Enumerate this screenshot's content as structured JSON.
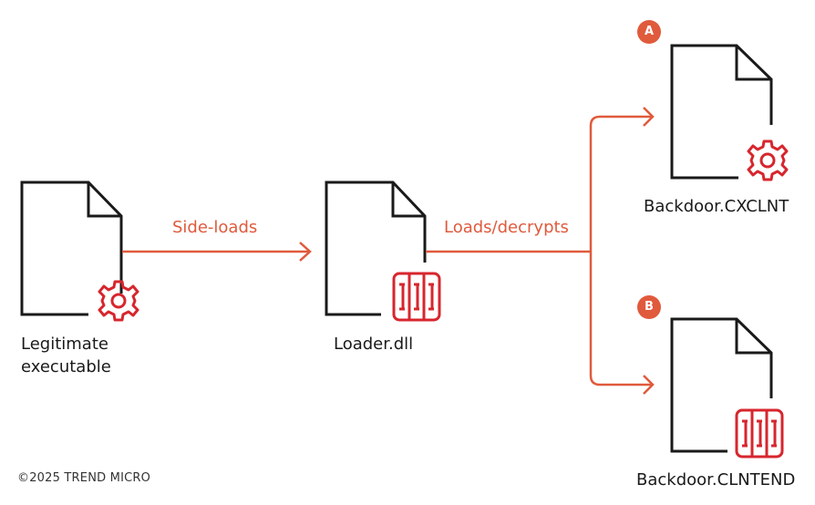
{
  "nodes": [
    {
      "id": "legit",
      "label_line1": "Legitimate",
      "label_line2": "executable",
      "icon": "gear-icon"
    },
    {
      "id": "loader",
      "label": "Loader.dll",
      "icon": "dll-icon"
    },
    {
      "id": "cxclnt",
      "label": "Backdoor.CXCLNT",
      "icon": "gear-icon",
      "badge": "A"
    },
    {
      "id": "clntend",
      "label": "Backdoor.CLNTEND",
      "icon": "dll-icon",
      "badge": "B"
    }
  ],
  "edges": [
    {
      "from": "legit",
      "to": "loader",
      "label": "Side-loads"
    },
    {
      "from": "loader",
      "to": [
        "cxclnt",
        "clntend"
      ],
      "label": "Loads/decrypts"
    }
  ],
  "colors": {
    "accent": "#e05a3c",
    "icon_red": "#d7262e",
    "doc_stroke": "#1a1a1a"
  },
  "footer": {
    "copyright": "©2025 TREND MICRO"
  }
}
